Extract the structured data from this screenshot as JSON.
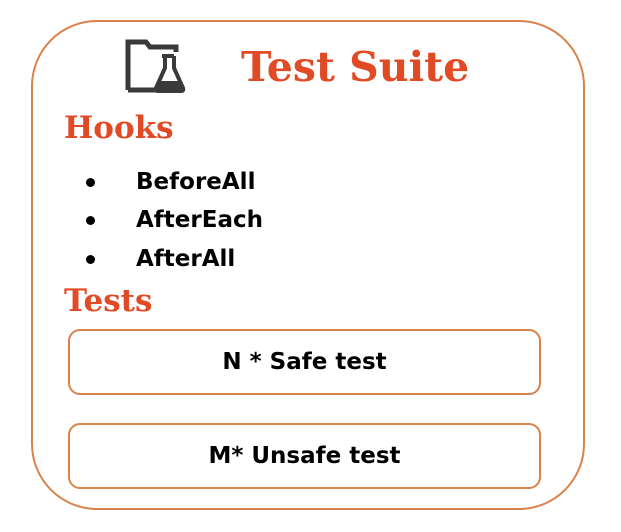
{
  "suite": {
    "title": "Test Suite",
    "icon": "folder-flask-icon",
    "border_color": "#d9824a",
    "heading_color": "#e04a25"
  },
  "hooks": {
    "heading": "Hooks",
    "items": [
      {
        "label": "BeforeAll"
      },
      {
        "label": "AfterEach"
      },
      {
        "label": "AfterAll"
      }
    ]
  },
  "tests": {
    "heading": "Tests",
    "boxes": [
      {
        "label": "N * Safe test"
      },
      {
        "label": "M* Unsafe test"
      }
    ]
  }
}
